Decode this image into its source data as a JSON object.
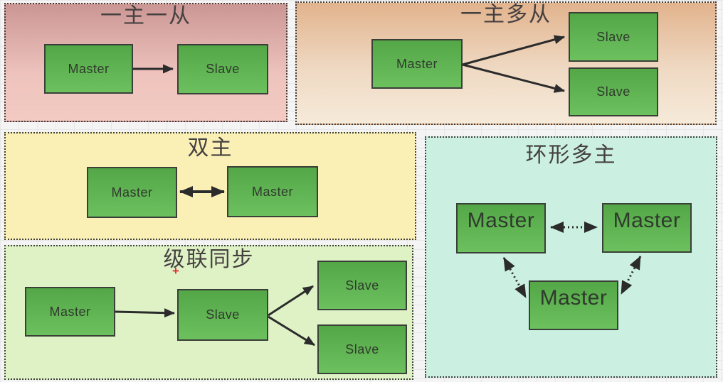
{
  "colors": {
    "node_green_top": "#54a747",
    "node_green_bottom": "#6cc05e",
    "node_border": "#3a4038",
    "node_text": "#2f3a2d",
    "arrow": "#2b2b2b",
    "panel_pink_top": "#cb9694",
    "panel_pink_bottom": "#f3cbc3",
    "panel_orange_top": "#e2b38d",
    "panel_orange_bottom": "#f6ead9",
    "panel_yellow": "#faf0b6",
    "panel_green": "#def2c6",
    "panel_cyan": "#cbf0e1",
    "title_text": "#454040",
    "cursor_red": "#e03030",
    "background_grid": "#e7e7e7"
  },
  "panels": {
    "one_master_one_slave": {
      "title": "一主一从",
      "nodes": {
        "master": "Master",
        "slave": "Slave"
      }
    },
    "one_master_multi_slave": {
      "title": "一主多从",
      "nodes": {
        "master": "Master",
        "slave_top": "Slave",
        "slave_bottom": "Slave"
      }
    },
    "dual_master": {
      "title": "双主",
      "nodes": {
        "master_left": "Master",
        "master_right": "Master"
      }
    },
    "cascade_sync": {
      "title": "级联同步",
      "nodes": {
        "master": "Master",
        "relay_slave": "Slave",
        "slave_top": "Slave",
        "slave_bottom": "Slave"
      }
    },
    "ring_multi_master": {
      "title": "环形多主",
      "nodes": {
        "master_top_left": "Master",
        "master_top_right": "Master",
        "master_bottom": "Master"
      }
    }
  },
  "icons": {
    "crosshair_cursor": "+"
  }
}
